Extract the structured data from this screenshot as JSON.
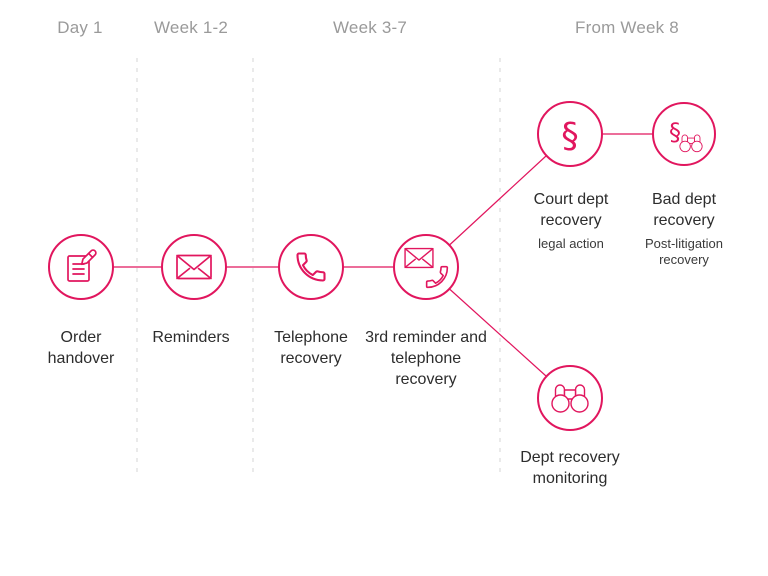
{
  "accent_color": "#e1165e",
  "separator_color": "#dcdcdc",
  "phases": [
    {
      "label": "Day 1"
    },
    {
      "label": "Week 1-2"
    },
    {
      "label": "Week 3-7"
    },
    {
      "label": "From Week 8"
    }
  ],
  "steps": [
    {
      "label": "Order handover",
      "icon": "document-edit-icon"
    },
    {
      "label": "Reminders",
      "icon": "envelope-icon"
    },
    {
      "label": "Telephone recovery",
      "icon": "phone-icon"
    },
    {
      "label": "3rd reminder and telephone recovery",
      "icon": "envelope-phone-icon"
    },
    {
      "label": "Court dept recovery",
      "sublabel": "legal action",
      "icon": "section-sign-icon"
    },
    {
      "label": "Bad dept recovery",
      "sublabel": "Post-litigation recovery",
      "icon": "section-binoculars-icon"
    },
    {
      "label": "Dept recovery monitoring",
      "icon": "binoculars-icon"
    }
  ],
  "icons": {
    "section_glyph": "§"
  }
}
